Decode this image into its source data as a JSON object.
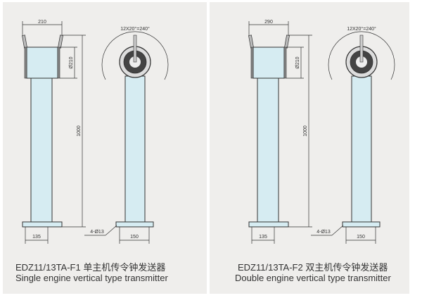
{
  "panels": [
    {
      "width_dim": "210",
      "dia_dim": "Ø210",
      "height_dim": "1000",
      "base_dim": "135",
      "front_base_dim": "150",
      "hole_label": "4-Ø13",
      "angle_label": "12X20°=240°",
      "model": "EDZ11/13TA-F1 单主机传令钟发送器",
      "desc": "Single engine vertical type transmitter"
    },
    {
      "width_dim": "290",
      "dia_dim": "Ø210",
      "height_dim": "1000",
      "base_dim": "135",
      "front_base_dim": "150",
      "hole_label": "4-Ø13",
      "angle_label": "12X20°=240°",
      "model": "EDZ11/13TA-F2 双主机传令钟发送器",
      "desc": "Double engine vertical type transmitter"
    }
  ],
  "colors": {
    "fill": "#d6ecf2",
    "stroke": "#333333",
    "bg": "#efeeec"
  }
}
